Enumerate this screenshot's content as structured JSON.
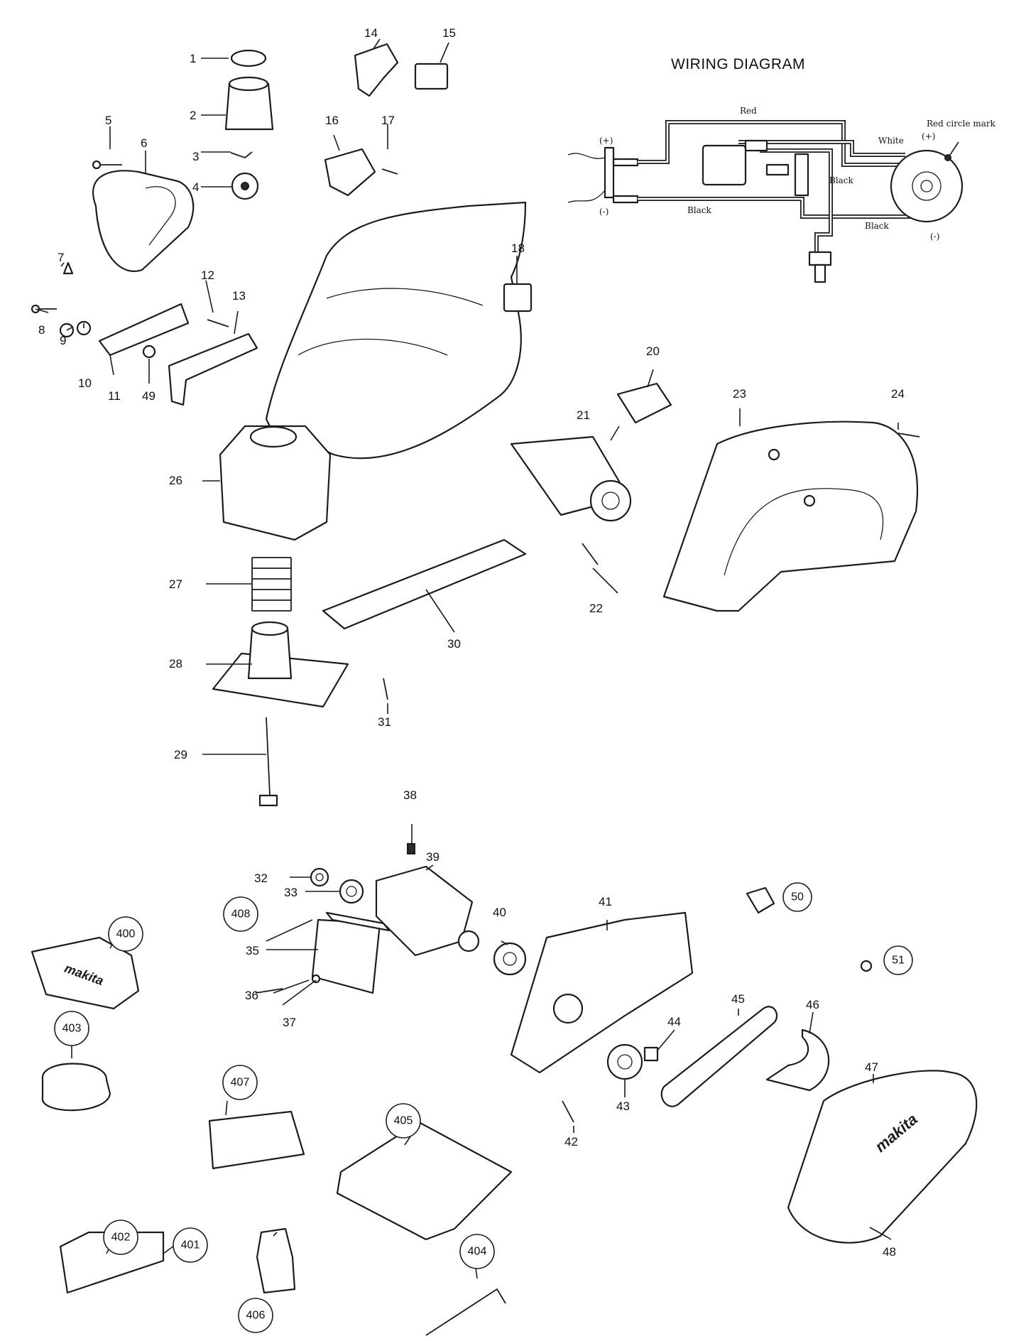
{
  "diagram": {
    "wiring": {
      "title": "WIRING DIAGRAM",
      "wire_labels": {
        "red": "Red",
        "red_circle_mark": "Red circle mark",
        "white": "White",
        "black_1": "Black",
        "black_2": "Black",
        "black_3": "Black",
        "plus_left": "(+)",
        "minus_left": "(-)",
        "plus_right": "(+)",
        "minus_right": "(-)"
      }
    },
    "part_labels": [
      "1",
      "2",
      "3",
      "4",
      "5",
      "6",
      "7",
      "8",
      "9",
      "10",
      "11",
      "12",
      "13",
      "14",
      "15",
      "16",
      "17",
      "18",
      "20",
      "21",
      "22",
      "23",
      "24",
      "26",
      "27",
      "28",
      "29",
      "30",
      "31",
      "32",
      "33",
      "35",
      "36",
      "37",
      "38",
      "39",
      "40",
      "41",
      "42",
      "43",
      "44",
      "45",
      "46",
      "47",
      "48",
      "49"
    ],
    "circled_labels": [
      "50",
      "51",
      "400",
      "401",
      "402",
      "403",
      "404",
      "405",
      "406",
      "407",
      "408"
    ],
    "brand_marks": [
      "makita",
      "makita"
    ]
  }
}
